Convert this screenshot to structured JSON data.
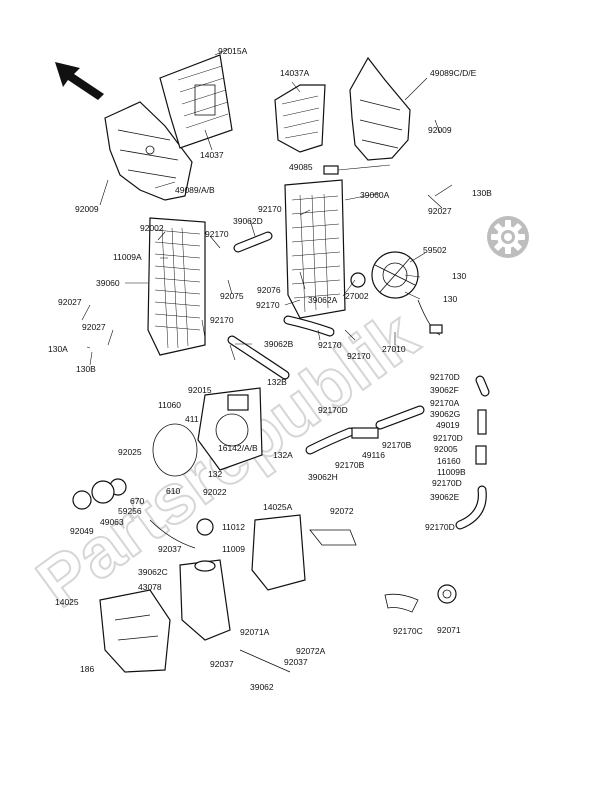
{
  "diagram": {
    "watermark": "Partsrepublik",
    "labels": {
      "l_92015A": "92015A",
      "l_14037A": "14037A",
      "l_49089CDE": "49089C/D/E",
      "l_14037": "14037",
      "l_92009_r": "92009",
      "l_92009_l": "92009",
      "l_49089AB": "49089/A/B",
      "l_49085": "49085",
      "l_39060A": "39060A",
      "l_130B_r": "130B",
      "l_92027_r": "92027",
      "l_92002": "92002",
      "l_92170_a": "92170",
      "l_39062D": "39062D",
      "l_92170_b": "92170",
      "l_59502": "59502",
      "l_11009A": "11009A",
      "l_130_a": "130",
      "l_39060": "39060",
      "l_92076": "92076",
      "l_92075": "92075",
      "l_27002": "27002",
      "l_130_b": "130",
      "l_92027_l": "92027",
      "l_92027_m": "92027",
      "l_92170_c": "92170",
      "l_39062A": "39062A",
      "l_130A": "130A",
      "l_92170_d": "92170",
      "l_27010": "27010",
      "l_130B_l": "130B",
      "l_39062B": "39062B",
      "l_92170_e": "92170",
      "l_92170_f": "92170",
      "l_92170D_1": "92170D",
      "l_39062F": "39062F",
      "l_132B": "132B",
      "l_92015": "92015",
      "l_92170A": "92170A",
      "l_11060": "11060",
      "l_39062G": "39062G",
      "l_92170D_2": "92170D",
      "l_49019": "49019",
      "l_411": "411",
      "l_92170D_3": "92170D",
      "l_132A": "132A",
      "l_92170B": "92170B",
      "l_92005": "92005",
      "l_49116": "49116",
      "l_16160": "16160",
      "l_92025": "92025",
      "l_16142AB": "16142/A/B",
      "l_11009B": "11009B",
      "l_92170B_2": "92170B",
      "l_39062H": "39062H",
      "l_92170D_4": "92170D",
      "l_610": "610",
      "l_92022": "92022",
      "l_132": "132",
      "l_39062E": "39062E",
      "l_670": "670",
      "l_59256": "59256",
      "l_92049": "92049",
      "l_49063": "49063",
      "l_14025A": "14025A",
      "l_92072": "92072",
      "l_11012": "11012",
      "l_92170D_5": "92170D",
      "l_92037_a": "92037",
      "l_11009": "11009",
      "l_39062C": "39062C",
      "l_43078": "43078",
      "l_14025": "14025",
      "l_92071A": "92071A",
      "l_92072A": "92072A",
      "l_186": "186",
      "l_92037_b": "92037",
      "l_92037_c": "92037",
      "l_39062": "39062",
      "l_92170C": "92170C",
      "l_92071": "92071"
    }
  }
}
